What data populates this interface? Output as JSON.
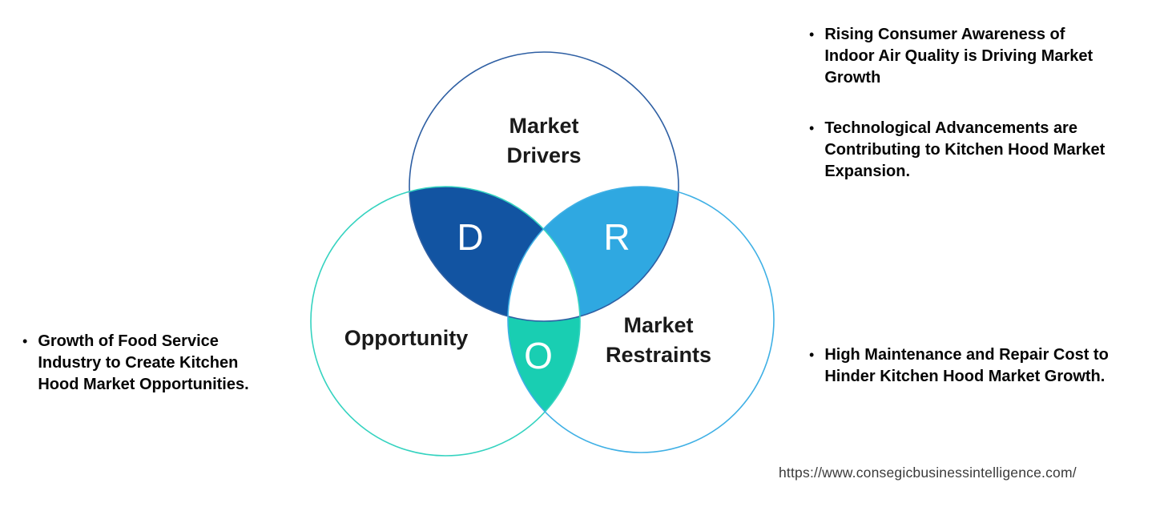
{
  "venn": {
    "drivers": {
      "label_lines": [
        "Market",
        "Drivers"
      ],
      "letter": "D",
      "overlap_fill": "#1254A2",
      "outline": "#2E5FA3"
    },
    "opportunity": {
      "label": "Opportunity",
      "letter": "O",
      "overlap_fill": "#19CEB2",
      "outline": "#35D3C0"
    },
    "restraints": {
      "label_lines": [
        "Market",
        "Restraints"
      ],
      "letter": "R",
      "overlap_fill": "#2FA8E1",
      "outline": "#3FB0E5"
    },
    "letter_color": "#FFFFFF",
    "center_fill": "#FFFFFF"
  },
  "annotations": {
    "bullet_char": "•",
    "drivers": [
      "Rising Consumer Awareness of\nIndoor Air Quality is Driving Market\nGrowth",
      "Technological Advancements are\nContributing to Kitchen Hood Market\nExpansion."
    ],
    "opportunity": [
      "Growth of Food Service\nIndustry to Create Kitchen\nHood Market Opportunities."
    ],
    "restraints": [
      "High Maintenance and Repair Cost to\nHinder Kitchen Hood Market Growth."
    ],
    "text_color": "#050505"
  },
  "footer": {
    "url": "https://www.consegicbusinessintelligence.com/"
  }
}
